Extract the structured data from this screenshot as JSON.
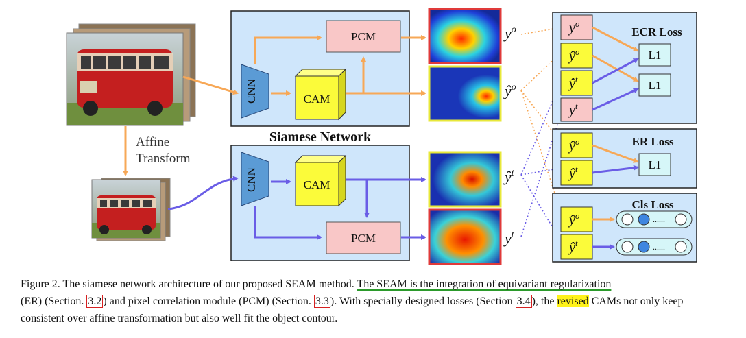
{
  "colors": {
    "network_bg": "#cfe6fb",
    "loss_bg": "#cfe6fb",
    "pcm_fill": "#f9c7c7",
    "cam_fill": "#fbfb3a",
    "l1_fill": "#d6f6f8",
    "cnn_fill": "#5b9bd5",
    "orange_arrow": "#f7a857",
    "blue_arrow": "#6a5de6",
    "ref_box": "#d62020",
    "underline": "#2b9a2b",
    "highlight": "#fff21a"
  },
  "icons": {
    "photo_main": "red-double-decker-bus-photo",
    "photo_transformed": "red-bus-affine-transformed-photo",
    "cam_heatmap": "class-activation-heatmap"
  },
  "diagram": {
    "siamese_title": "Siamese Network",
    "affine_label_1": "Affine",
    "affine_label_2": "Transform",
    "top_branch": {
      "cnn": "CNN",
      "cam": "CAM",
      "pcm": "PCM"
    },
    "bottom_branch": {
      "cnn": "CNN",
      "cam": "CAM",
      "pcm": "PCM"
    },
    "outputs": {
      "y_o": "y",
      "y_o_sup": "o",
      "yhat_o": "ŷ",
      "yhat_o_sup": "o",
      "yhat_t": "ŷ",
      "yhat_t_sup": "t",
      "y_t": "y",
      "y_t_sup": "t"
    },
    "ecr": {
      "title": "ECR Loss",
      "inputs": [
        "y",
        "ŷ",
        "ŷ",
        "y"
      ],
      "input_sups": [
        "o",
        "o",
        "t",
        "t"
      ],
      "l1_top": "L1",
      "l1_bottom": "L1"
    },
    "er": {
      "title": "ER Loss",
      "inputs": [
        "ŷ",
        "ŷ"
      ],
      "input_sups": [
        "o",
        "t"
      ],
      "l1": "L1"
    },
    "cls": {
      "title": "Cls Loss",
      "inputs": [
        "ŷ",
        "ŷ"
      ],
      "input_sups": [
        "o",
        "t"
      ],
      "dots": "......"
    }
  },
  "caption": {
    "label": "Figure 2.",
    "part1": " The siamese network architecture of our proposed SEAM method.  ",
    "underlined": "The SEAM is the integration of equivariant regularization",
    "part2": "(ER) (Section. ",
    "ref1": "3.2",
    "part3": ") and pixel correlation module (PCM) (Section. ",
    "ref2": "3.3",
    "part4": "). With specially designed losses (Section ",
    "ref3": "3.4",
    "part5": "), the ",
    "highlighted": "revised",
    "part6": " CAMs not only keep consistent over affine transformation but also well fit the object contour."
  }
}
